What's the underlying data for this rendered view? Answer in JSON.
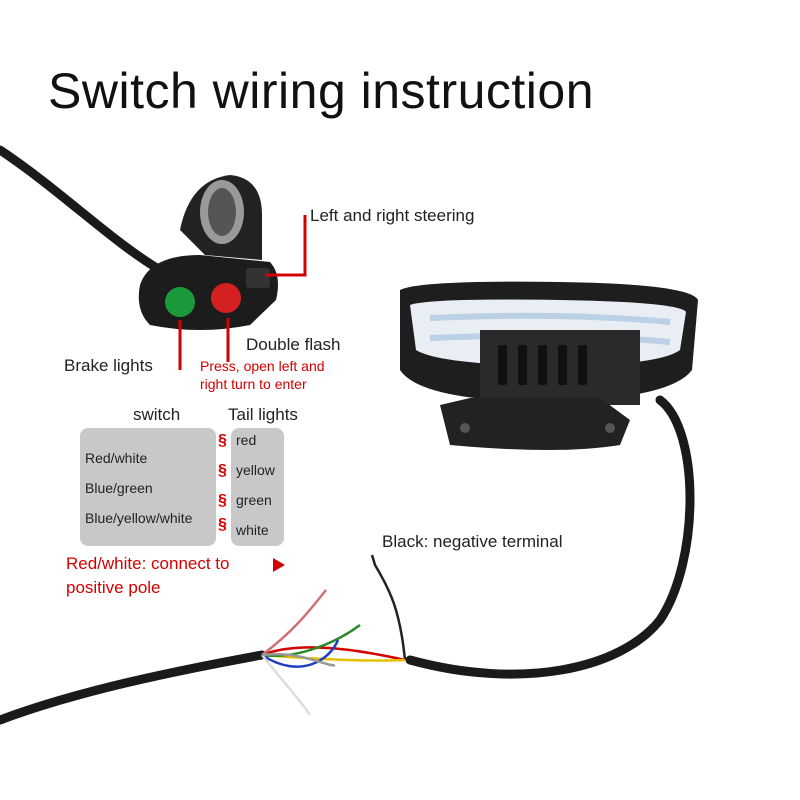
{
  "title": "Switch wiring instruction",
  "labels": {
    "steering": "Left and right steering",
    "double_flash": "Double flash",
    "brake": "Brake lights",
    "press_line1": "Press, open left and",
    "press_line2": "right turn to enter",
    "black": "Black: negative terminal",
    "redwhite_line1": "Red/white: connect to",
    "redwhite_line2": "positive pole"
  },
  "table": {
    "switch_header": "switch",
    "tail_header": "Tail lights",
    "switch_wires": [
      "Red/white",
      "Blue/green",
      "Blue/yellow/white"
    ],
    "tail_wires": [
      "red",
      "yellow",
      "green",
      "white"
    ],
    "connector_symbol": "§"
  },
  "colors": {
    "accent_red": "#d40000",
    "panel_gray": "#c8c8c8",
    "button_green": "#1a9a3a",
    "button_red": "#d42020"
  }
}
